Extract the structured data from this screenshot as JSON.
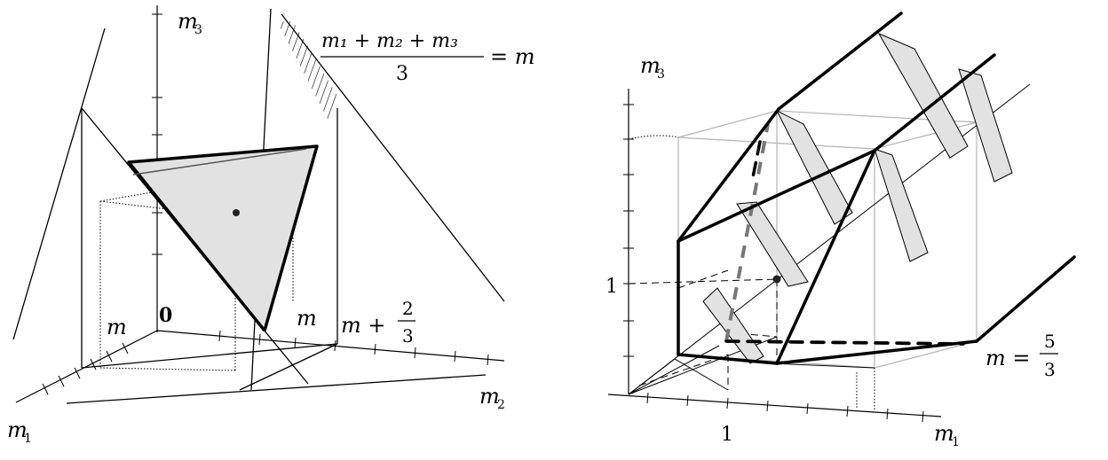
{
  "left": {
    "axis_m3": "m",
    "axis_m3_sub": "3",
    "axis_m1": "m",
    "axis_m1_sub": "1",
    "axis_m2": "m",
    "axis_m2_sub": "2",
    "label_origin": "0",
    "label_m_left": "m",
    "label_m_right": "m",
    "label_m_plus": "m +",
    "label_frac_num": "2",
    "label_frac_den": "3",
    "eq_num": "m₁ + m₂ + m₃",
    "eq_den": "3",
    "eq_rhs": "= m"
  },
  "right": {
    "axis_m3": "m",
    "axis_m3_sub": "3",
    "axis_m1": "m",
    "axis_m1_sub": "1",
    "tick_y_label": "1",
    "tick_x_label": "1",
    "m_eq": "m =",
    "m_frac_num": "5",
    "m_frac_den": "3"
  },
  "colors": {
    "fill_gray": "#e2e2e2",
    "dash_gray": "#777777",
    "cube_gray": "#b4b4b4"
  }
}
